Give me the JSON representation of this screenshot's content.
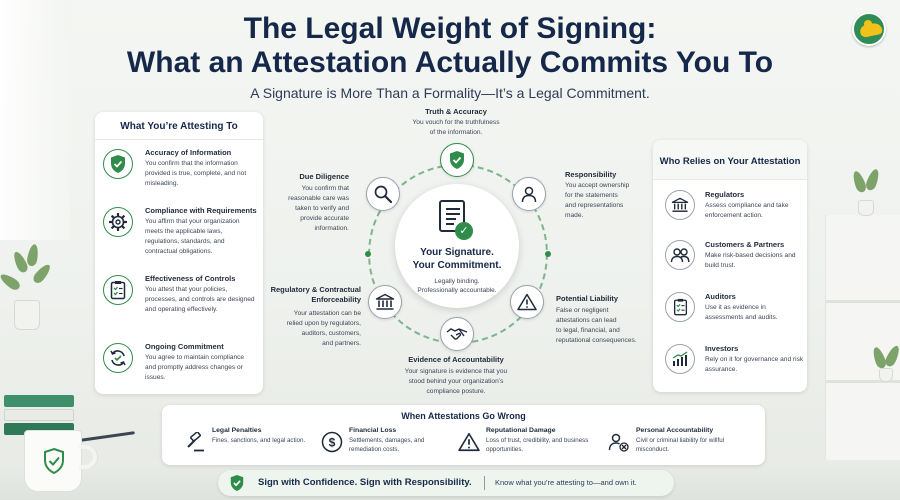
{
  "header": {
    "title_line1": "The Legal Weight of Signing:",
    "title_line2": "What an Attestation Actually Commits You To",
    "subtitle": "A Signature is More Than a Formality—It’s a Legal Commitment."
  },
  "left_panel": {
    "title": "What You’re Attesting To",
    "items": [
      {
        "icon": "shield-check-icon",
        "heading": "Accuracy of Information",
        "text": "You confirm that the information provided is true, complete, and not misleading."
      },
      {
        "icon": "gear-icon",
        "heading": "Compliance with Requirements",
        "text": "You affirm that your organization meets the applicable laws, regulations, standards, and contractual obligations."
      },
      {
        "icon": "checklist-icon",
        "heading": "Effectiveness of Controls",
        "text": "You attest that your policies, processes, and controls are designed and operating effectively."
      },
      {
        "icon": "cycle-check-icon",
        "heading": "Ongoing Commitment",
        "text": "You agree to maintain compliance and promptly address changes or issues."
      }
    ]
  },
  "center": {
    "headline_line1": "Your Signature.",
    "headline_line2": "Your Commitment.",
    "tagline_line1": "Legally binding.",
    "tagline_line2": "Professionally accountable.",
    "nodes": {
      "truth": {
        "icon": "shield-check-icon",
        "heading": "Truth & Accuracy",
        "text_line1": "You vouch for the truthfulness",
        "text_line2": "of the information."
      },
      "responsibility": {
        "icon": "person-icon",
        "heading": "Responsibility",
        "text_line1": "You accept ownership",
        "text_line2": "for the statements",
        "text_line3": "and representations",
        "text_line4": "made."
      },
      "liability": {
        "icon": "warning-icon",
        "heading": "Potential Liability",
        "text_line1": "False or negligent",
        "text_line2": "attestations can lead",
        "text_line3": "to legal, financial, and",
        "text_line4": "reputational consequences."
      },
      "evidence": {
        "icon": "handshake-icon",
        "heading": "Evidence of Accountability",
        "text_line1": "Your signature is evidence that you",
        "text_line2": "stood behind your organization’s",
        "text_line3": "compliance posture."
      },
      "reliance": {
        "icon": "institution-icon",
        "heading_line1": "Regulatory & Contractual",
        "heading_line2": "Enforceability",
        "text_line1": "Your attestation can be",
        "text_line2": "relied upon by regulators,",
        "text_line3": "auditors, customers,",
        "text_line4": "and partners."
      },
      "diligence": {
        "icon": "magnifier-icon",
        "heading": "Due Diligence",
        "text_line1": "You confirm that",
        "text_line2": "reasonable care was",
        "text_line3": "taken to verify and",
        "text_line4": "provide accurate",
        "text_line5": "information."
      }
    }
  },
  "right_panel": {
    "title": "Who Relies on Your Attestation",
    "items": [
      {
        "icon": "institution-icon",
        "heading": "Regulators",
        "text": "Assess compliance and take enforcement action."
      },
      {
        "icon": "people-icon",
        "heading": "Customers & Partners",
        "text": "Make risk-based decisions and build trust."
      },
      {
        "icon": "checklist-icon",
        "heading": "Auditors",
        "text": "Use it as evidence in assessments and audits."
      },
      {
        "icon": "chart-icon",
        "heading": "Investors",
        "text": "Rely on it for governance and risk assurance."
      }
    ]
  },
  "wrong_panel": {
    "title": "When Attestations Go Wrong",
    "items": [
      {
        "icon": "gavel-icon",
        "heading": "Legal Penalties",
        "text": "Fines, sanctions, and legal action."
      },
      {
        "icon": "dollar-icon",
        "heading": "Financial Loss",
        "text": "Settlements, damages, and remediation costs."
      },
      {
        "icon": "warning-icon",
        "heading": "Reputational Damage",
        "text": "Loss of trust, credibility, and business opportunities."
      },
      {
        "icon": "person-x-icon",
        "heading": "Personal Accountability",
        "text": "Civil or criminal liability for willful misconduct."
      }
    ]
  },
  "footer": {
    "main": "Sign with Confidence. Sign with Responsibility.",
    "aside": "Know what you’re attesting to—and own it."
  },
  "colors": {
    "accent_green": "#2f8c4b",
    "navy": "#16284a",
    "logo_yellow": "#f2c21b"
  }
}
